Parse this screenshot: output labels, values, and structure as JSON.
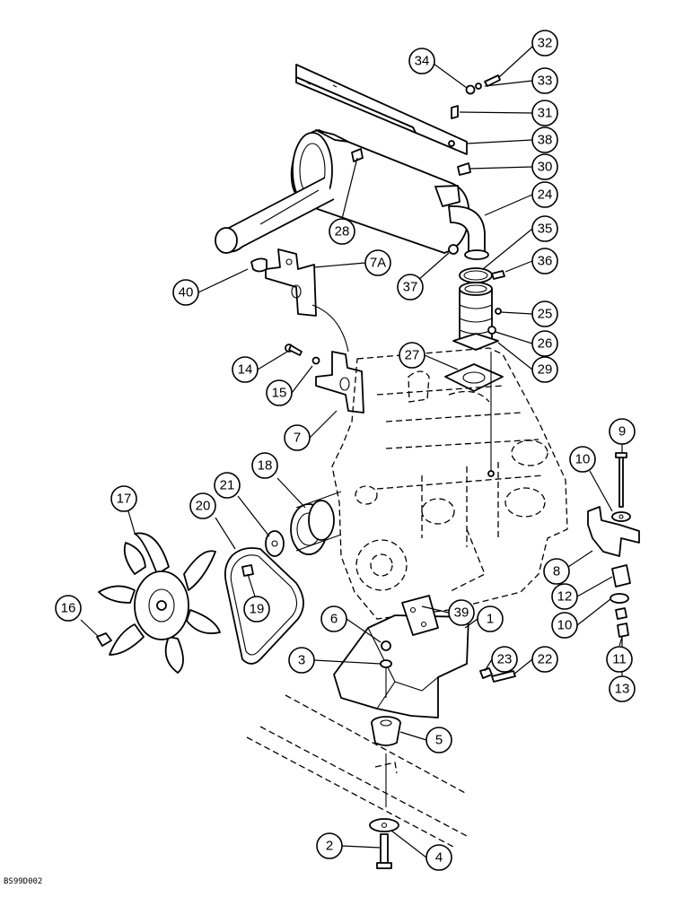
{
  "figure_code": "BS99D002",
  "callouts": [
    "34",
    "32",
    "33",
    "31",
    "38",
    "30",
    "24",
    "28",
    "35",
    "36",
    "37",
    "40",
    "7A",
    "25",
    "26",
    "29",
    "27",
    "14",
    "15",
    "7",
    "9",
    "10",
    "18",
    "21",
    "17",
    "20",
    "8",
    "12",
    "10",
    "16",
    "19",
    "39",
    "1",
    "6",
    "23",
    "22",
    "3",
    "11",
    "13",
    "5",
    "2",
    "4"
  ]
}
